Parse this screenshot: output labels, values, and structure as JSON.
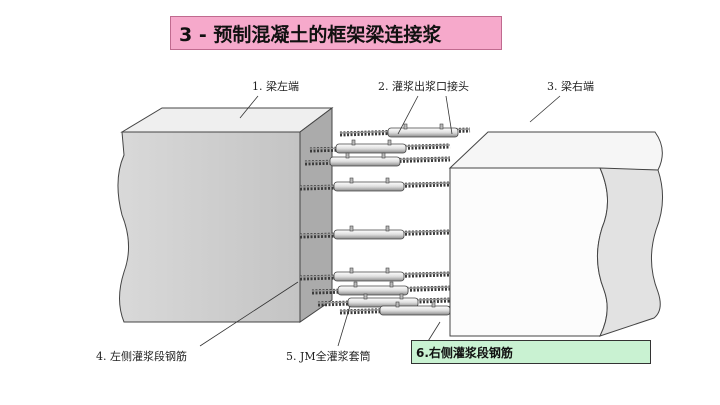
{
  "title": "3 - 预制混凝土的框架梁连接浆",
  "labels": {
    "beam_left": "1. 梁左端",
    "grout_joint": "2. 灌浆出浆口接头",
    "beam_right": "3. 梁右端",
    "left_rebar": "4. 左侧灌浆段钢筋",
    "sleeve": "5. JM全灌浆套筒",
    "right_rebar": "6.右侧灌浆段钢筋"
  },
  "colors": {
    "title_bg": "#f6a9cb",
    "highlight_bg": "#c9f2d2"
  }
}
